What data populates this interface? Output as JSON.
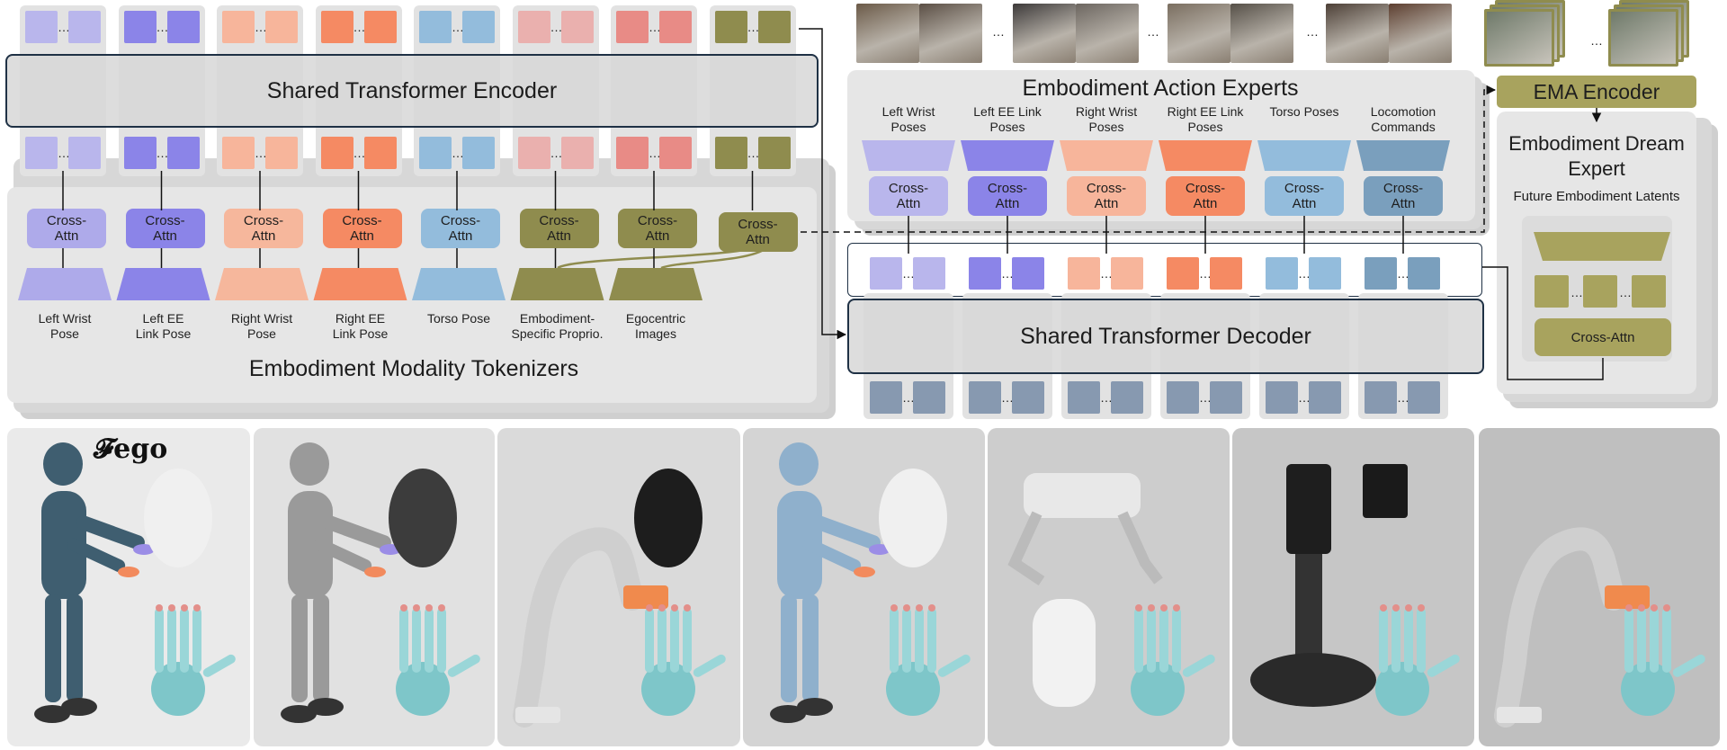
{
  "encoder": {
    "title": "Shared Transformer Encoder"
  },
  "tokenizers": {
    "title": "Embodiment Modality Tokenizers",
    "cross_attn_label": "Cross-\nAttn",
    "columns": [
      {
        "label": "Left Wrist\nPose",
        "color": "#b9b6ec",
        "block": "#aeaaea"
      },
      {
        "label": "Left EE\nLink Pose",
        "color": "#8b84e8",
        "block": "#8b84e8"
      },
      {
        "label": "Right Wrist\nPose",
        "color": "#f7b59b",
        "block": "#f6b79c"
      },
      {
        "label": "Right EE\nLink Pose",
        "color": "#f58a63",
        "block": "#f58a63"
      },
      {
        "label": "Torso Pose",
        "color": "#93bcdc",
        "block": "#93bcdc"
      },
      {
        "label": "Embodiment-\nSpecific Proprio.",
        "color": "#eab0ae",
        "block": "#8f8c4e"
      },
      {
        "label": "Egocentric\nImages",
        "color": "#e88b86",
        "block": "#8f8c4e"
      },
      {
        "label": "",
        "color": "#8f8c4e",
        "block": "#8f8c4e"
      }
    ]
  },
  "action_experts": {
    "title": "Embodiment Action Experts",
    "cross_attn_label": "Cross-\nAttn",
    "columns": [
      {
        "label": "Left Wrist\nPoses",
        "color": "#b9b6ec"
      },
      {
        "label": "Left EE Link\nPoses",
        "color": "#8b84e8"
      },
      {
        "label": "Right Wrist\nPoses",
        "color": "#f7b59b"
      },
      {
        "label": "Right EE Link\nPoses",
        "color": "#f58a63"
      },
      {
        "label": "Torso Poses",
        "color": "#93bcdc"
      },
      {
        "label": "Locomotion\nCommands",
        "color": "#7a9fbd"
      }
    ]
  },
  "decoder": {
    "title": "Shared Transformer Decoder",
    "output_color": "#8799b0"
  },
  "ema": {
    "title": "EMA Encoder",
    "color": "#8f8c4e"
  },
  "dream": {
    "title": "Embodiment Dream\nExpert",
    "subtitle": "Future Embodiment Latents",
    "cross_attn_label": "Cross-Attn",
    "color": "#a8a35e"
  },
  "ego_frame_label": "𝓕ego",
  "dots": "…",
  "scenes": [
    {
      "name": "human-with-glasses",
      "bg": "#eaeaea"
    },
    {
      "name": "humanoid-dexterous-hand",
      "bg": "#e1e1e1"
    },
    {
      "name": "arm-with-dexterous-hand",
      "bg": "#dadada"
    },
    {
      "name": "blue-humanoid",
      "bg": "#d4d4d4"
    },
    {
      "name": "quadruped-with-gripper",
      "bg": "#cdcdcd"
    },
    {
      "name": "mobile-manipulator",
      "bg": "#c6c6c6"
    },
    {
      "name": "arm-with-scoop",
      "bg": "#bfbfbf"
    }
  ]
}
